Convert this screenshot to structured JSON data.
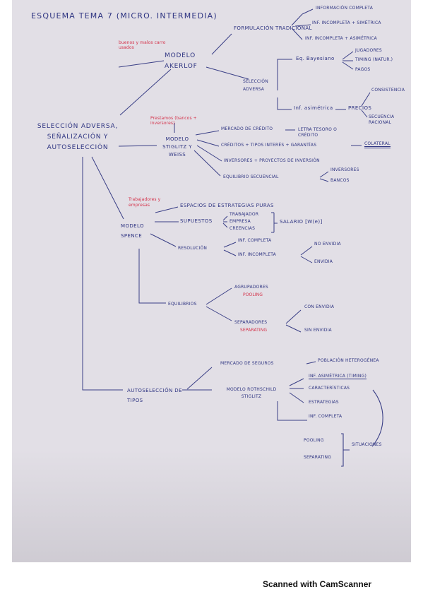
{
  "title": "ESQUEMA TEMA 7 (MICRO. INTERMEDIA)",
  "footer": "Scanned with CamScanner",
  "root": "SELECCIÓN ADVERSA, SEÑALIZACIÓN Y AUTOSELECCIÓN",
  "akerlof": {
    "label": "MODELO AKERLOF",
    "note": "buenos y malos carro usados",
    "tradicional": {
      "label": "FORMULACIÓN TRADICIONAL",
      "children": [
        "INFORMACIÓN COMPLETA",
        "INF. INCOMPLETA + SIMÉTRICA",
        "INF. INCOMPLETA + ASIMÉTRICA"
      ]
    },
    "seleccion_adversa": {
      "label": "SELECCIÓN ADVERSA",
      "bayesiano": {
        "label": "Eq. Bayesiano",
        "children": [
          "JUGADORES",
          "TIMING (NATUR.)",
          "PAGOS"
        ]
      },
      "asimetrica": {
        "label": "Inf. asimétrica",
        "precios": "PRECIOS",
        "children": [
          "CONSISTENCIA",
          "SECUENCIA RACIONAL"
        ]
      }
    }
  },
  "stiglitz": {
    "label": "MODELO STIGLITZ Y WEISS",
    "note": "Prestamos (bancos + inversores)",
    "mercado": {
      "label": "MERCADO DE CRÉDITO",
      "result": "LETRA TESORO O CRÉDITO"
    },
    "creditos": {
      "label": "CRÉDITOS + TIPOS INTERÉS + GARANTÍAS",
      "result": "COLATERAL"
    },
    "inversores": "INVERSORES + PROYECTOS DE INVERSIÓN",
    "equilibrio": {
      "label": "EQUILIBRIO SECUENCIAL",
      "children": [
        "INVERSORES",
        "BANCOS"
      ]
    }
  },
  "spence": {
    "label": "MODELO SPENCE",
    "note": "Trabajadores y empresas",
    "espacios": "ESPACIOS DE ESTRATEGIAS PURAS",
    "supuestos": {
      "label": "SUPUESTOS",
      "children": [
        "TRABAJADOR",
        "EMPRESA",
        "CREENCIAS"
      ],
      "salario": "SALARIO [W(e)]"
    },
    "resolucion": {
      "label": "RESOLUCIÓN",
      "completa": "INF. COMPLETA",
      "incompleta": "INF. INCOMPLETA",
      "children": [
        "NO ENVIDIA",
        "ENVIDIA"
      ]
    },
    "equilibrios": {
      "label": "EQUILIBRIOS",
      "agrupadores": {
        "label": "AGRUPADORES",
        "note": "POOLING"
      },
      "separadores": {
        "label": "SEPARADORES",
        "note": "SEPARATING",
        "children": [
          "CON ENVIDIA",
          "SIN ENVIDIA"
        ]
      }
    }
  },
  "autoseleccion": {
    "label": "AUTOSELECCIÓN DE TIPOS",
    "mercado": {
      "label": "MERCADO DE SEGUROS",
      "result": "POBLACIÓN HETEROGÉNEA"
    },
    "rothschild": {
      "label": "MODELO ROTHSCHILD STIGLITZ",
      "children": [
        "INF. ASIMÉTRICA (TIMING)",
        "CARACTERÍSTICAS",
        "ESTRATEGIAS",
        "INF. COMPLETA"
      ]
    },
    "pooling": "POOLING",
    "separating": "SEPARATING",
    "situaciones": "SITUACIONES"
  }
}
